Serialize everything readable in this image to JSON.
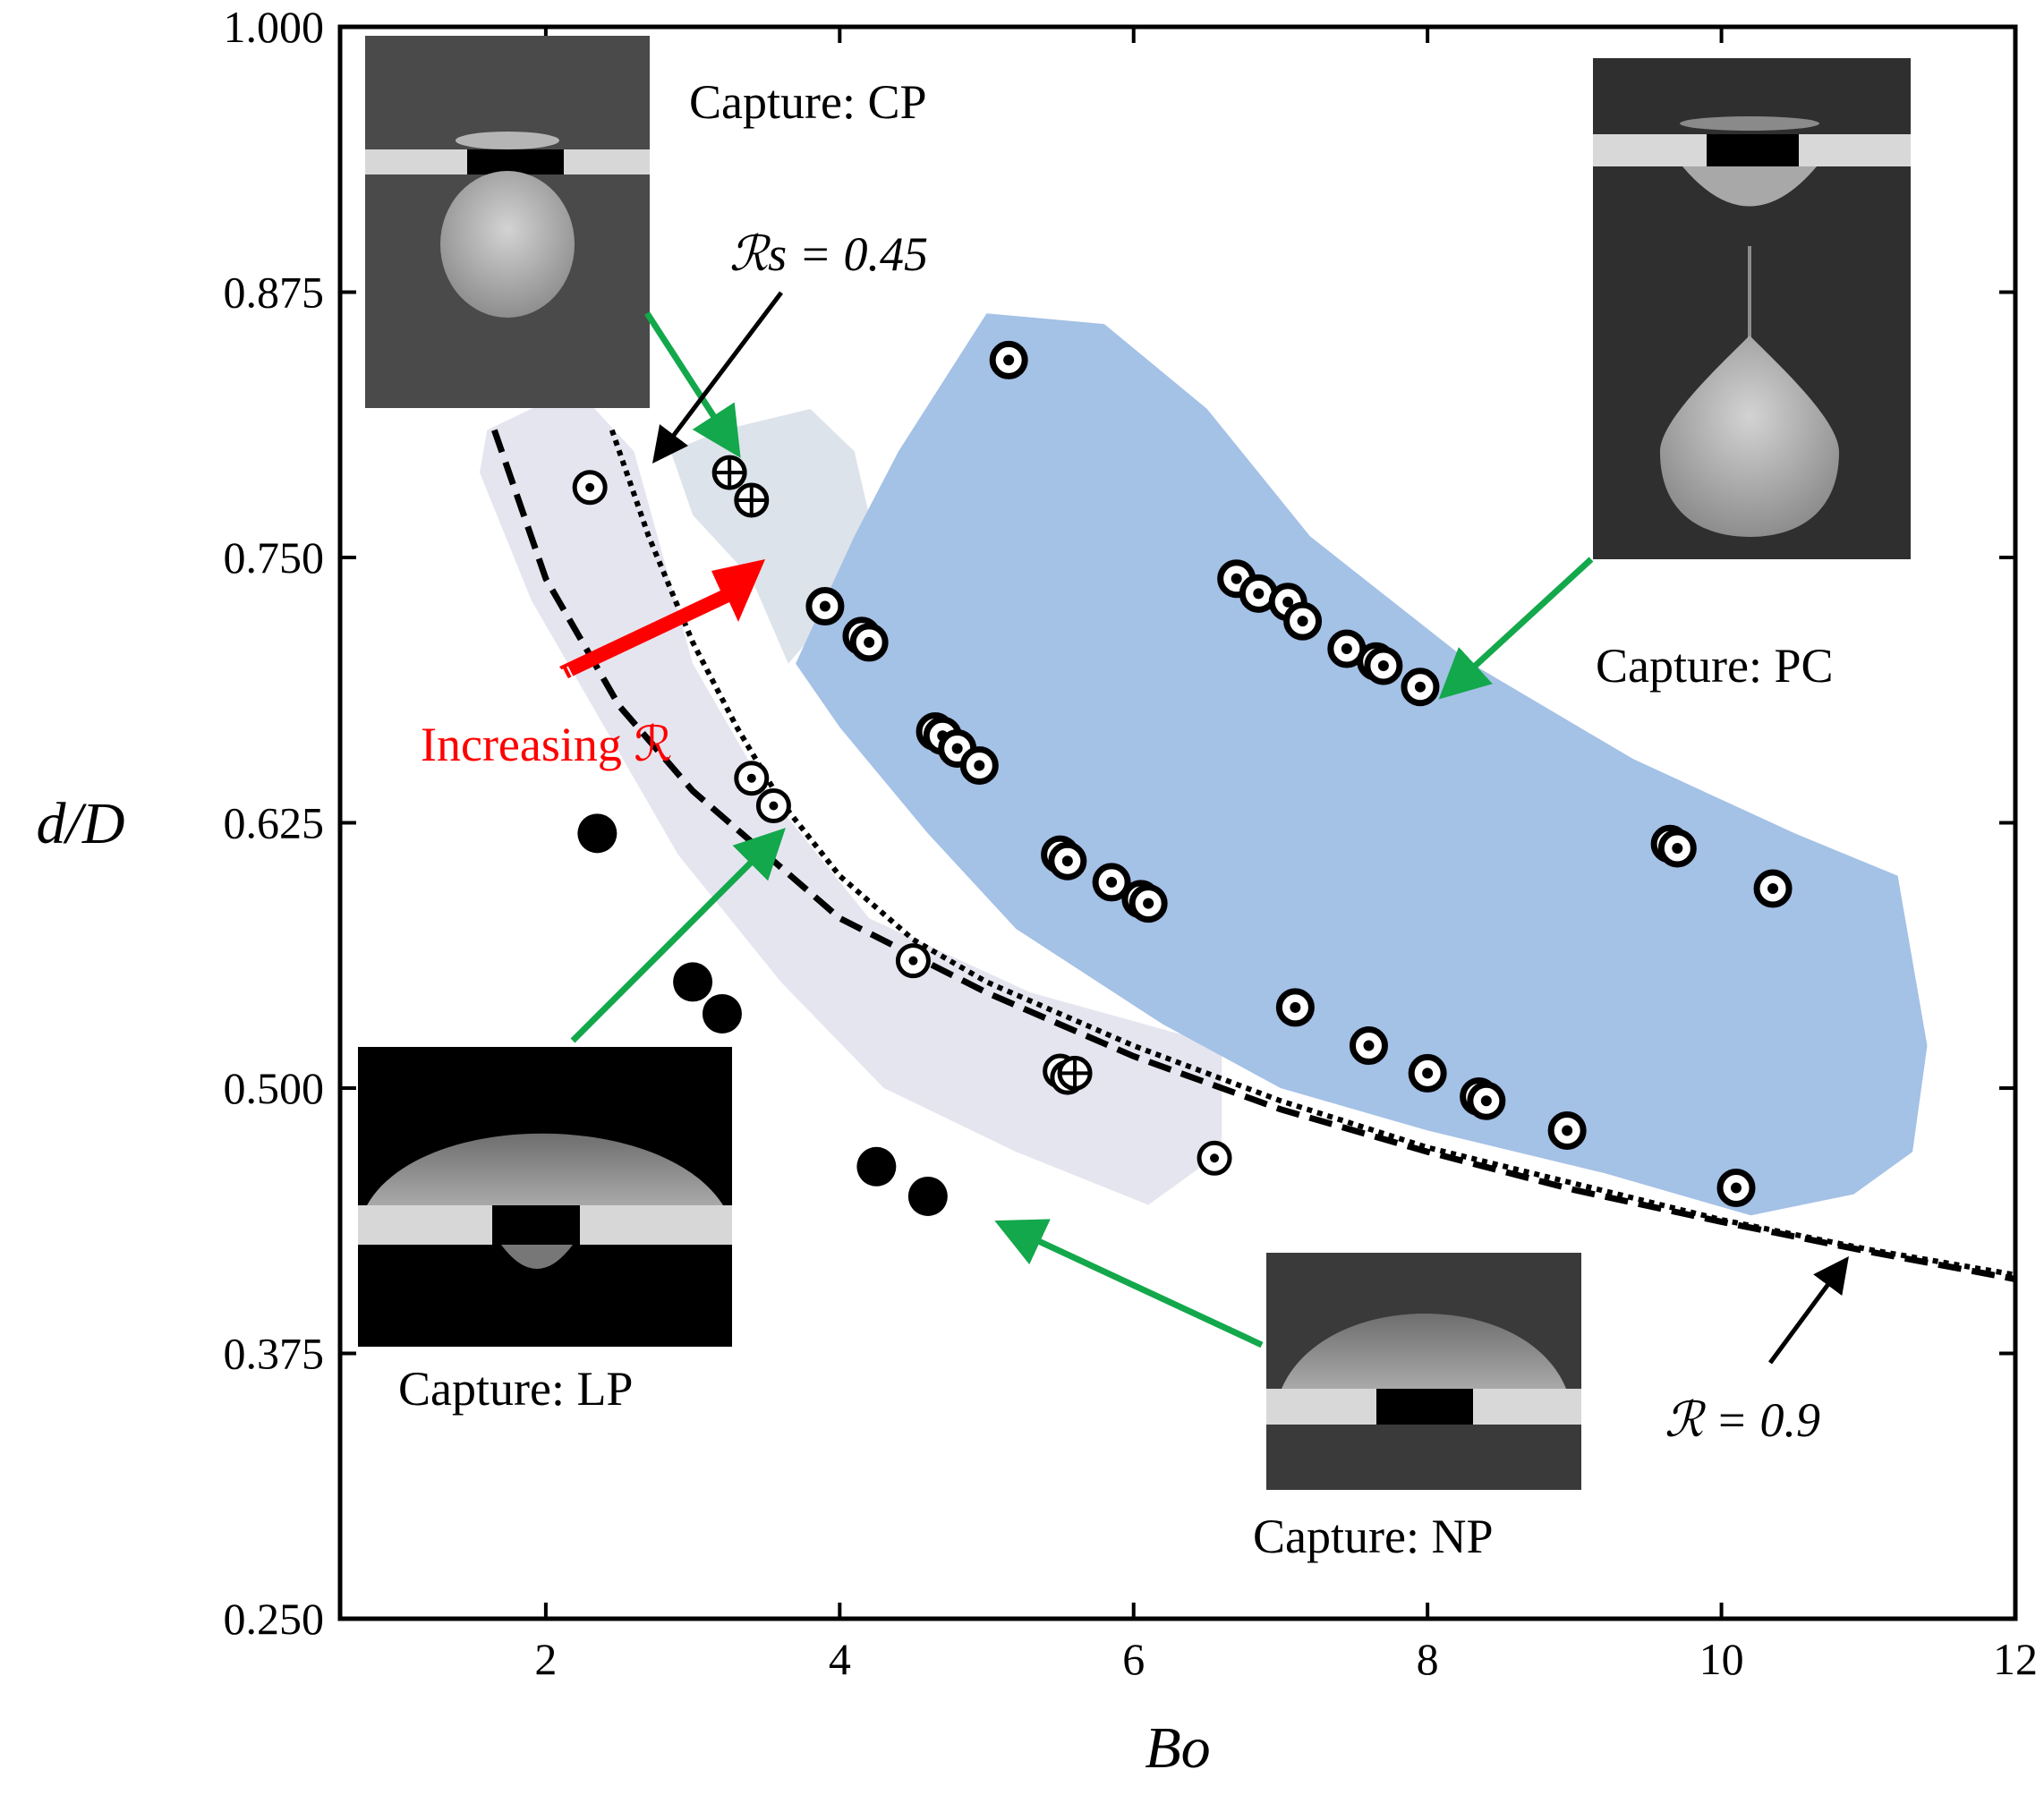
{
  "chart_data": {
    "type": "scatter",
    "xlabel": "Bo",
    "ylabel": "d/D",
    "xlim": [
      0.6,
      12
    ],
    "ylim": [
      0.25,
      1.0
    ],
    "x_ticks": [
      "2",
      "4",
      "6",
      "8",
      "10",
      "12"
    ],
    "y_ticks": [
      "0.250",
      "0.375",
      "0.500",
      "0.625",
      "0.750",
      "0.875",
      "1.000"
    ],
    "curve_R": {
      "label": "ℛ = 0.9",
      "style": "dashed",
      "x": [
        1.65,
        2.0,
        2.5,
        3.0,
        3.5,
        4.0,
        5.0,
        6.0,
        7.0,
        8.0,
        9.0,
        10.0,
        11.0,
        12.0
      ],
      "y": [
        0.81,
        0.74,
        0.68,
        0.64,
        0.61,
        0.58,
        0.545,
        0.515,
        0.49,
        0.47,
        0.452,
        0.437,
        0.423,
        0.41
      ]
    },
    "curve_Rs": {
      "label": "ℛs = 0.45",
      "style": "dotted",
      "x": [
        2.45,
        2.7,
        3.0,
        3.3,
        3.6,
        4.0,
        4.5,
        5.0,
        6.0,
        7.0,
        8.0,
        9.0,
        10.0,
        11.0,
        12.0
      ],
      "y": [
        0.81,
        0.76,
        0.71,
        0.67,
        0.635,
        0.6,
        0.57,
        0.55,
        0.52,
        0.494,
        0.472,
        0.455,
        0.438,
        0.424,
        0.412
      ]
    },
    "series": [
      {
        "marker": "filled",
        "x": [
          2.35,
          3.0,
          3.2,
          4.25,
          4.6
        ],
        "y": [
          0.62,
          0.55,
          0.535,
          0.463,
          0.449
        ]
      },
      {
        "marker": "small-dot",
        "x": [
          2.3,
          3.4,
          3.55,
          4.5,
          5.5,
          5.55,
          6.55
        ],
        "y": [
          0.783,
          0.646,
          0.633,
          0.56,
          0.508,
          0.505,
          0.467
        ]
      },
      {
        "marker": "plus",
        "x": [
          3.25,
          3.4,
          5.6
        ],
        "y": [
          0.79,
          0.777,
          0.507
        ]
      },
      {
        "marker": "large-dot",
        "x": [
          5.15,
          3.9,
          4.15,
          4.2,
          4.65,
          4.7,
          4.8,
          4.95,
          6.7,
          6.85,
          7.05,
          7.15,
          7.45,
          7.65,
          7.7,
          7.95,
          5.5,
          5.55,
          5.85,
          6.05,
          6.1,
          7.1,
          7.6,
          8.0,
          8.35,
          8.4,
          8.95,
          9.65,
          9.7,
          10.35,
          10.1
        ],
        "y": [
          0.843,
          0.727,
          0.713,
          0.71,
          0.668,
          0.666,
          0.66,
          0.652,
          0.74,
          0.733,
          0.729,
          0.72,
          0.707,
          0.701,
          0.699,
          0.689,
          0.61,
          0.607,
          0.597,
          0.589,
          0.587,
          0.538,
          0.52,
          0.507,
          0.496,
          0.494,
          0.48,
          0.615,
          0.613,
          0.594,
          0.453
        ]
      }
    ],
    "regions": [
      {
        "name": "LP",
        "color": "#e5e5f0"
      },
      {
        "name": "CP",
        "color": "#dde3ea"
      },
      {
        "name": "PC",
        "color": "#a4c1e6"
      }
    ],
    "annotations": {
      "capture_cp": "Capture: CP",
      "capture_pc": "Capture: PC",
      "capture_lp": "Capture: LP",
      "capture_np": "Capture: NP",
      "rs_label": "ℛs = 0.45",
      "r_label": "ℛ = 0.9",
      "increasing_label": "Increasing ℛ"
    },
    "colors": {
      "arrow_green": "#13a84b",
      "increasing_red": "#ff0000",
      "pc_region": "#a4c1e6",
      "lp_region": "#e5e5f0",
      "cp_region": "#dde3ea"
    }
  }
}
